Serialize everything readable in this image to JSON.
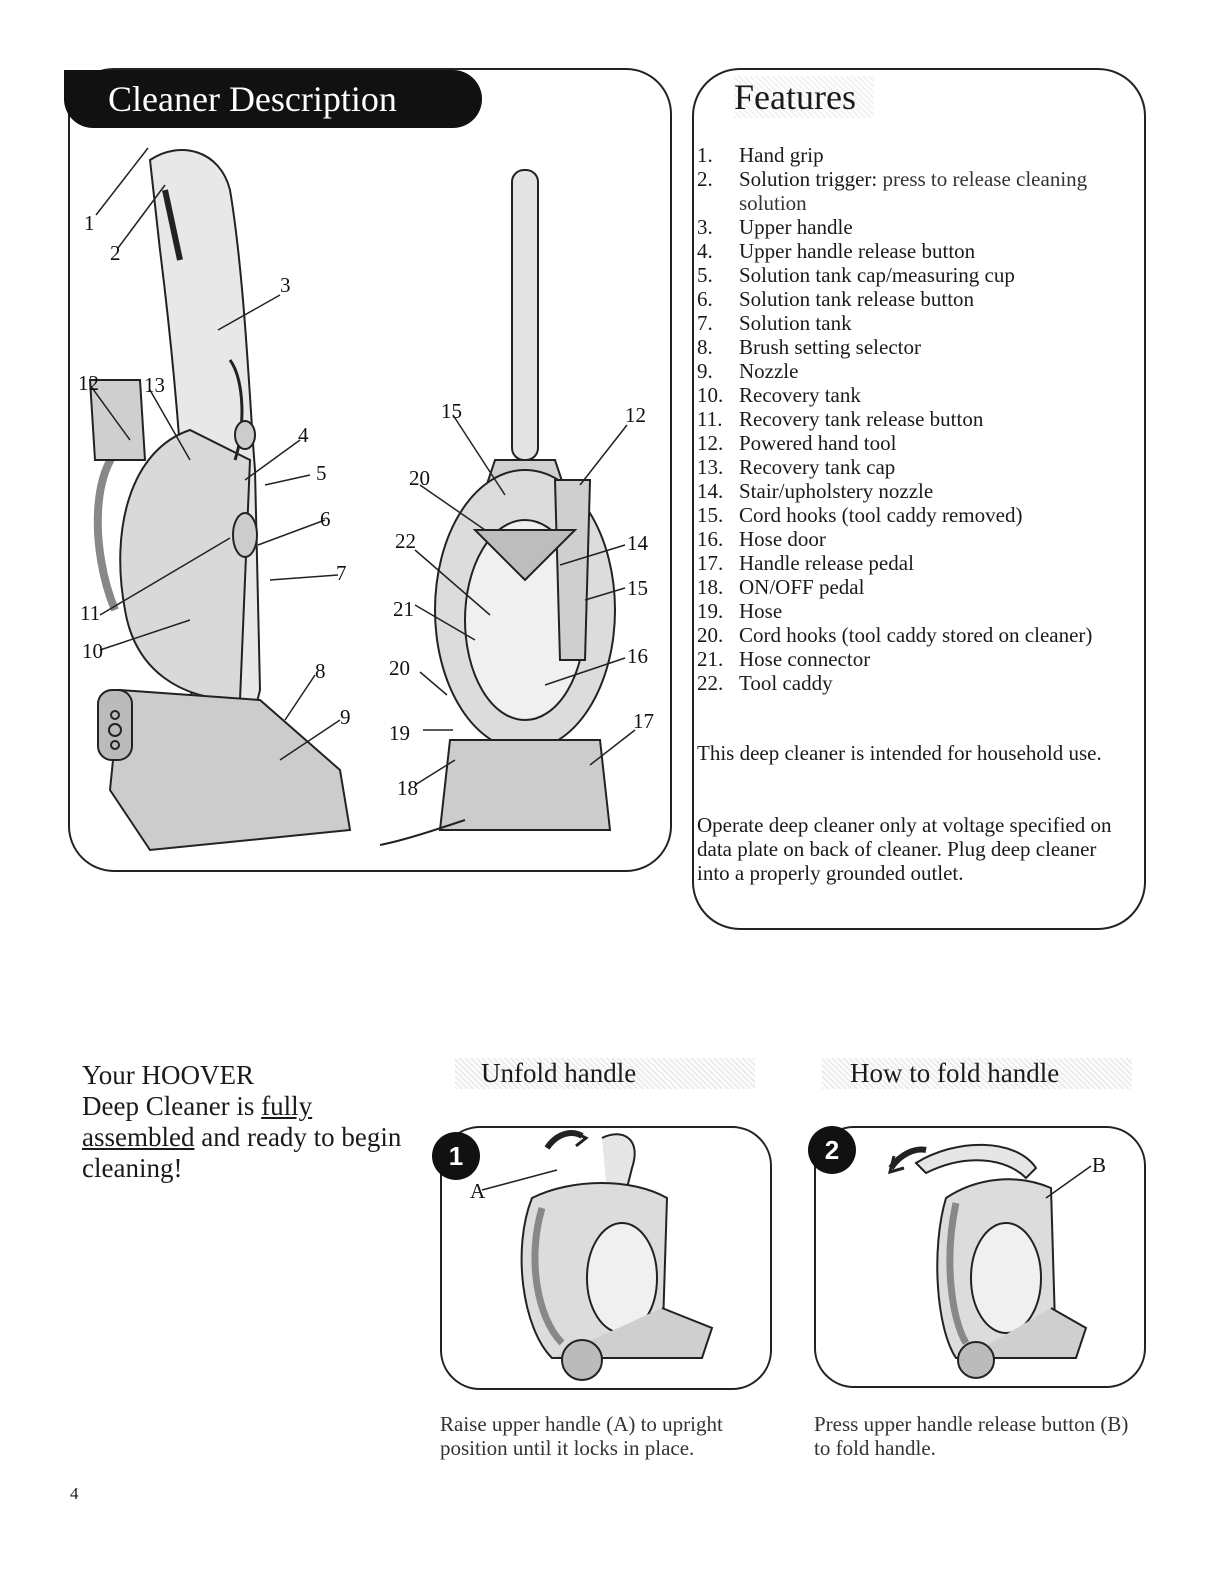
{
  "description": {
    "header": "Cleaner Description",
    "callouts_left": [
      "1",
      "2",
      "3",
      "12",
      "13",
      "4",
      "5",
      "6",
      "7",
      "11",
      "10",
      "8",
      "9"
    ],
    "callouts_right": [
      "15",
      "12",
      "20",
      "14",
      "22",
      "15",
      "21",
      "16",
      "20",
      "17",
      "19",
      "18"
    ]
  },
  "features": {
    "title": "Features",
    "items": [
      {
        "num": "1.",
        "label": "Hand grip",
        "detail": ""
      },
      {
        "num": "2.",
        "label": "Solution trigger:",
        "detail": " press to release cleaning solution"
      },
      {
        "num": "3.",
        "label": "Upper handle",
        "detail": ""
      },
      {
        "num": "4.",
        "label": "Upper handle release button",
        "detail": ""
      },
      {
        "num": "5.",
        "label": "Solution tank cap/measuring cup",
        "detail": ""
      },
      {
        "num": "6.",
        "label": "Solution tank release button",
        "detail": ""
      },
      {
        "num": "7.",
        "label": "Solution tank",
        "detail": ""
      },
      {
        "num": "8.",
        "label": "Brush setting selector",
        "detail": ""
      },
      {
        "num": "9.",
        "label": "Nozzle",
        "detail": ""
      },
      {
        "num": "10.",
        "label": "Recovery tank",
        "detail": ""
      },
      {
        "num": "11.",
        "label": "Recovery tank release button",
        "detail": ""
      },
      {
        "num": "12.",
        "label": "Powered hand tool",
        "detail": ""
      },
      {
        "num": "13.",
        "label": "Recovery tank cap",
        "detail": ""
      },
      {
        "num": "14.",
        "label": "Stair/upholstery nozzle",
        "detail": ""
      },
      {
        "num": "15.",
        "label": "Cord hooks (tool caddy removed)",
        "detail": ""
      },
      {
        "num": "16.",
        "label": "Hose door",
        "detail": ""
      },
      {
        "num": "17.",
        "label": "Handle release pedal",
        "detail": ""
      },
      {
        "num": "18.",
        "label": "ON/OFF pedal",
        "detail": ""
      },
      {
        "num": "19.",
        "label": "Hose",
        "detail": ""
      },
      {
        "num": "20.",
        "label": "Cord hooks (tool caddy stored on cleaner)",
        "detail": ""
      },
      {
        "num": "21.",
        "label": "Hose connector",
        "detail": ""
      },
      {
        "num": "22.",
        "label": "Tool caddy",
        "detail": ""
      }
    ],
    "note_household": "This deep cleaner is intended for household use.",
    "note_voltage": "Operate deep cleaner only at voltage specified on data plate on back of cleaner. Plug deep cleaner into a properly grounded outlet."
  },
  "intro": {
    "line1": "Your HOOVER",
    "line2_pre": "Deep Cleaner is ",
    "line2_underlined": "fully assembled",
    "line2_post": " and ready to begin cleaning!"
  },
  "unfold": {
    "title": "Unfold handle",
    "step": "1",
    "label": "A",
    "caption": "Raise upper handle (A) to upright position until it locks in place."
  },
  "fold": {
    "title": "How to fold handle",
    "step": "2",
    "label": "B",
    "caption": "Press upper handle release button (B) to fold handle."
  },
  "page_number": "4"
}
